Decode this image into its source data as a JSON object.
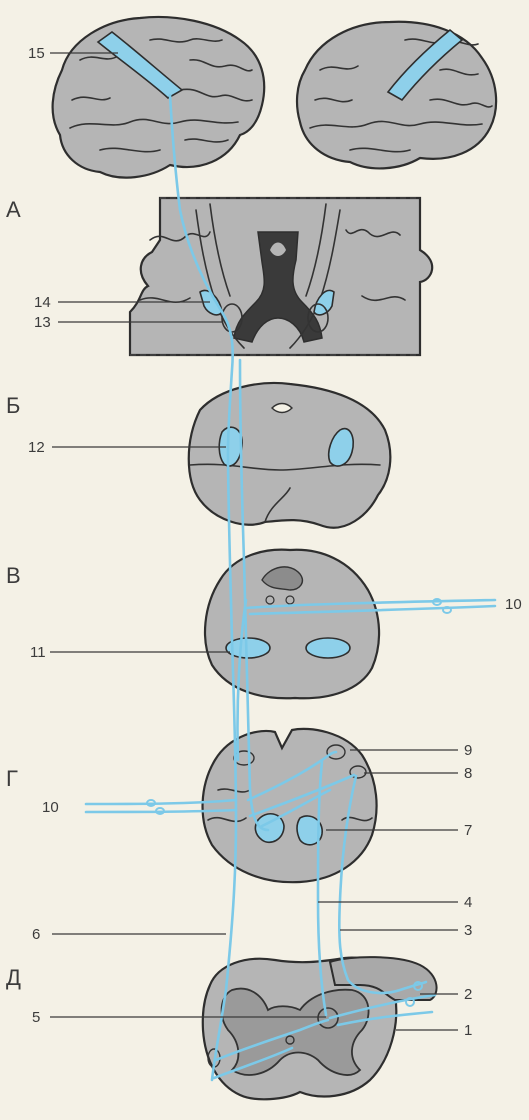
{
  "sections": [
    "А",
    "Б",
    "В",
    "Г",
    "Д"
  ],
  "labels": {
    "n1": "1",
    "n2": "2",
    "n3": "3",
    "n4": "4",
    "n5": "5",
    "n6": "6",
    "n7": "7",
    "n8": "8",
    "n9": "9",
    "n10_right": "10",
    "n10_left": "10",
    "n11": "11",
    "n12": "12",
    "n13": "13",
    "n14": "14",
    "n15": "15"
  },
  "colors": {
    "pathway": "#7cc9e8",
    "tissue": "#b5b5b5",
    "background": "#f4f1e6"
  }
}
